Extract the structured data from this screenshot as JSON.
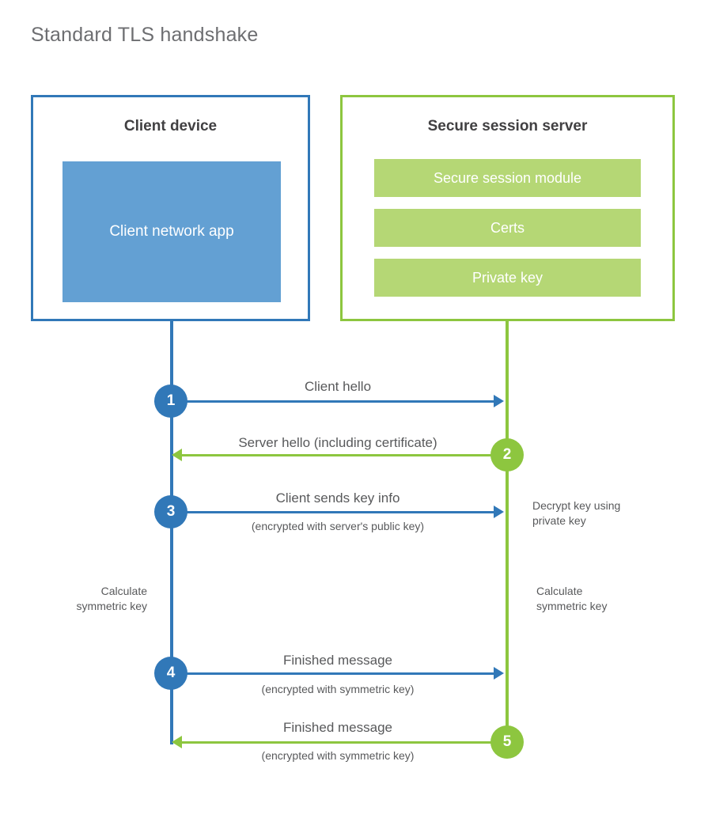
{
  "page": {
    "title": "Standard TLS handshake",
    "background": "#ffffff"
  },
  "colors": {
    "client_blue": "#3178b8",
    "client_app_fill": "#63a0d3",
    "server_green": "#8dc63f",
    "server_bar_fill": "#b5d775",
    "title_text": "#6d6e71",
    "body_text": "#58595b",
    "heading_text": "#414042"
  },
  "client": {
    "title": "Client device",
    "app_label": "Client network app"
  },
  "server": {
    "title": "Secure session server",
    "modules": [
      {
        "label": "Secure session module"
      },
      {
        "label": "Certs"
      },
      {
        "label": "Private key"
      }
    ]
  },
  "messages": [
    {
      "step": "1",
      "label": "Client hello",
      "sublabel": "",
      "direction": "client-to-server",
      "color": "#3178b8"
    },
    {
      "step": "2",
      "label": "Server hello (including certificate)",
      "sublabel": "",
      "direction": "server-to-client",
      "color": "#8dc63f"
    },
    {
      "step": "3",
      "label": "Client sends key info",
      "sublabel": "(encrypted with server's public key)",
      "direction": "client-to-server",
      "color": "#3178b8"
    },
    {
      "step": "4",
      "label": "Finished message",
      "sublabel": "(encrypted with symmetric key)",
      "direction": "client-to-server",
      "color": "#3178b8"
    },
    {
      "step": "5",
      "label": "Finished message",
      "sublabel": "(encrypted with symmetric key)",
      "direction": "server-to-client",
      "color": "#8dc63f"
    }
  ],
  "annotations": {
    "server_decrypt": "Decrypt key using\nprivate key",
    "client_calculate": "Calculate\nsymmetric key",
    "server_calculate": "Calculate\nsymmetric key"
  }
}
